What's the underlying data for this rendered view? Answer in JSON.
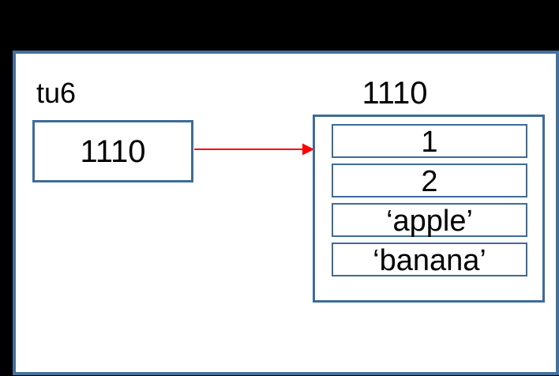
{
  "variable": {
    "name": "tu6",
    "value": "1110"
  },
  "pointer": {
    "icon": "right-arrow-icon",
    "color": "#ff0000"
  },
  "object": {
    "address": "1110",
    "cells": [
      "1",
      "2",
      "‘apple’",
      "‘banana’"
    ]
  },
  "colors": {
    "background": "#000000",
    "slide_background": "#ffffff",
    "frame_border": "#44719e",
    "box_border": "#3e6b99",
    "arrow": "#ff0000",
    "text": "#000000"
  }
}
